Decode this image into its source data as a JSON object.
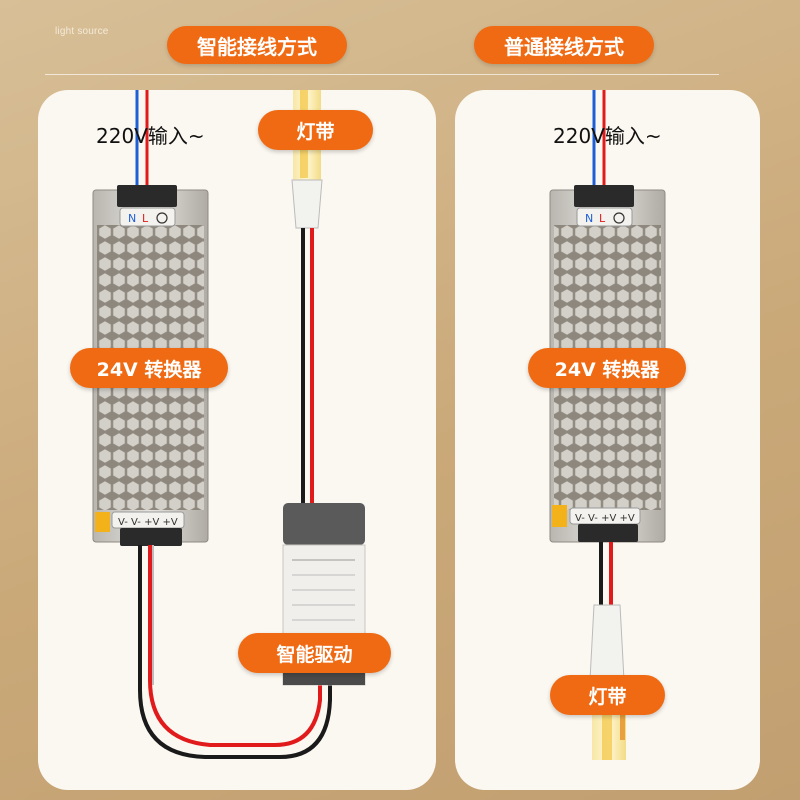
{
  "brand": "light source",
  "headers": {
    "smart": "智能接线方式",
    "normal": "普通接线方式"
  },
  "smart_panel": {
    "input_label": "220V输入~",
    "strip_label": "灯带",
    "converter_label": "24V 转换器",
    "driver_label": "智能驱动"
  },
  "normal_panel": {
    "input_label": "220V输入~",
    "converter_label": "24V 转换器",
    "strip_label": "灯带"
  },
  "colors": {
    "accent": "#ef6a12",
    "wire_red": "#e11b1b",
    "wire_blue": "#1f5fd6",
    "wire_black": "#1a1a1a"
  }
}
